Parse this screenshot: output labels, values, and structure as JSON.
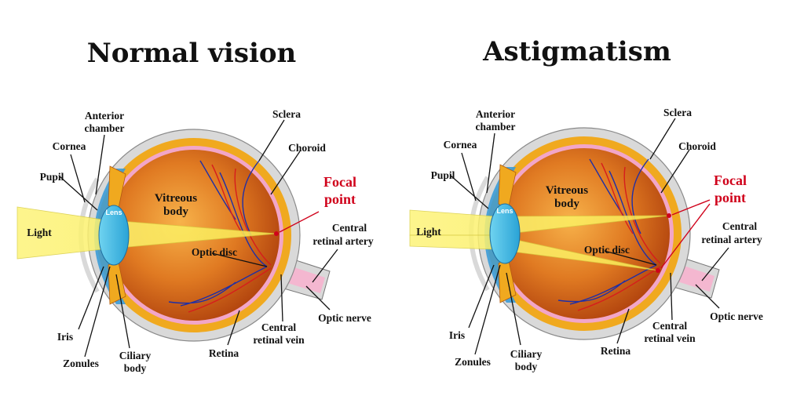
{
  "colors": {
    "sclera": "#d9d9d9",
    "choroid": "#f0a91f",
    "retina_pink": "#f2a6c8",
    "vitreous_center": "#f5a63a",
    "vitreous_edge": "#b8480f",
    "cornea": "#3b9bd6",
    "lens": "#3bbfe6",
    "light": "#fbf27a",
    "vessel_blue": "#1f2fa6",
    "vessel_red": "#d61d1d",
    "focal_red": "#d0021b"
  },
  "panels": [
    {
      "title": "Normal vision",
      "labels": {
        "anterior_chamber": [
          "Anterior",
          "chamber"
        ],
        "cornea": "Cornea",
        "pupil": "Pupil",
        "sclera": "Sclera",
        "choroid": "Choroid",
        "focal_point": [
          "Focal",
          "point"
        ],
        "vitreous_body": [
          "Vitreous",
          "body"
        ],
        "lens": "Lens",
        "light": "Light",
        "central_retinal_artery": [
          "Central",
          "retinal artery"
        ],
        "optic_disc": "Optic disc",
        "optic_nerve": "Optic nerve",
        "central_retinal_vein": [
          "Central",
          "retinal vein"
        ],
        "retina": "Retina",
        "iris": "Iris",
        "zonules": "Zonules",
        "ciliary_body": [
          "Ciliary",
          "body"
        ]
      }
    },
    {
      "title": "Astigmatism",
      "labels": {
        "anterior_chamber": [
          "Anterior",
          "chamber"
        ],
        "cornea": "Cornea",
        "pupil": "Pupil",
        "sclera": "Sclera",
        "choroid": "Choroid",
        "focal_point": [
          "Focal",
          "point"
        ],
        "vitreous_body": [
          "Vitreous",
          "body"
        ],
        "lens": "Lens",
        "light": "Light",
        "central_retinal_artery": [
          "Central",
          "retinal artery"
        ],
        "optic_disc": "Optic disc",
        "optic_nerve": "Optic nerve",
        "central_retinal_vein": [
          "Central",
          "retinal vein"
        ],
        "retina": "Retina",
        "iris": "Iris",
        "zonules": "Zonules",
        "ciliary_body": [
          "Ciliary",
          "body"
        ]
      }
    }
  ]
}
